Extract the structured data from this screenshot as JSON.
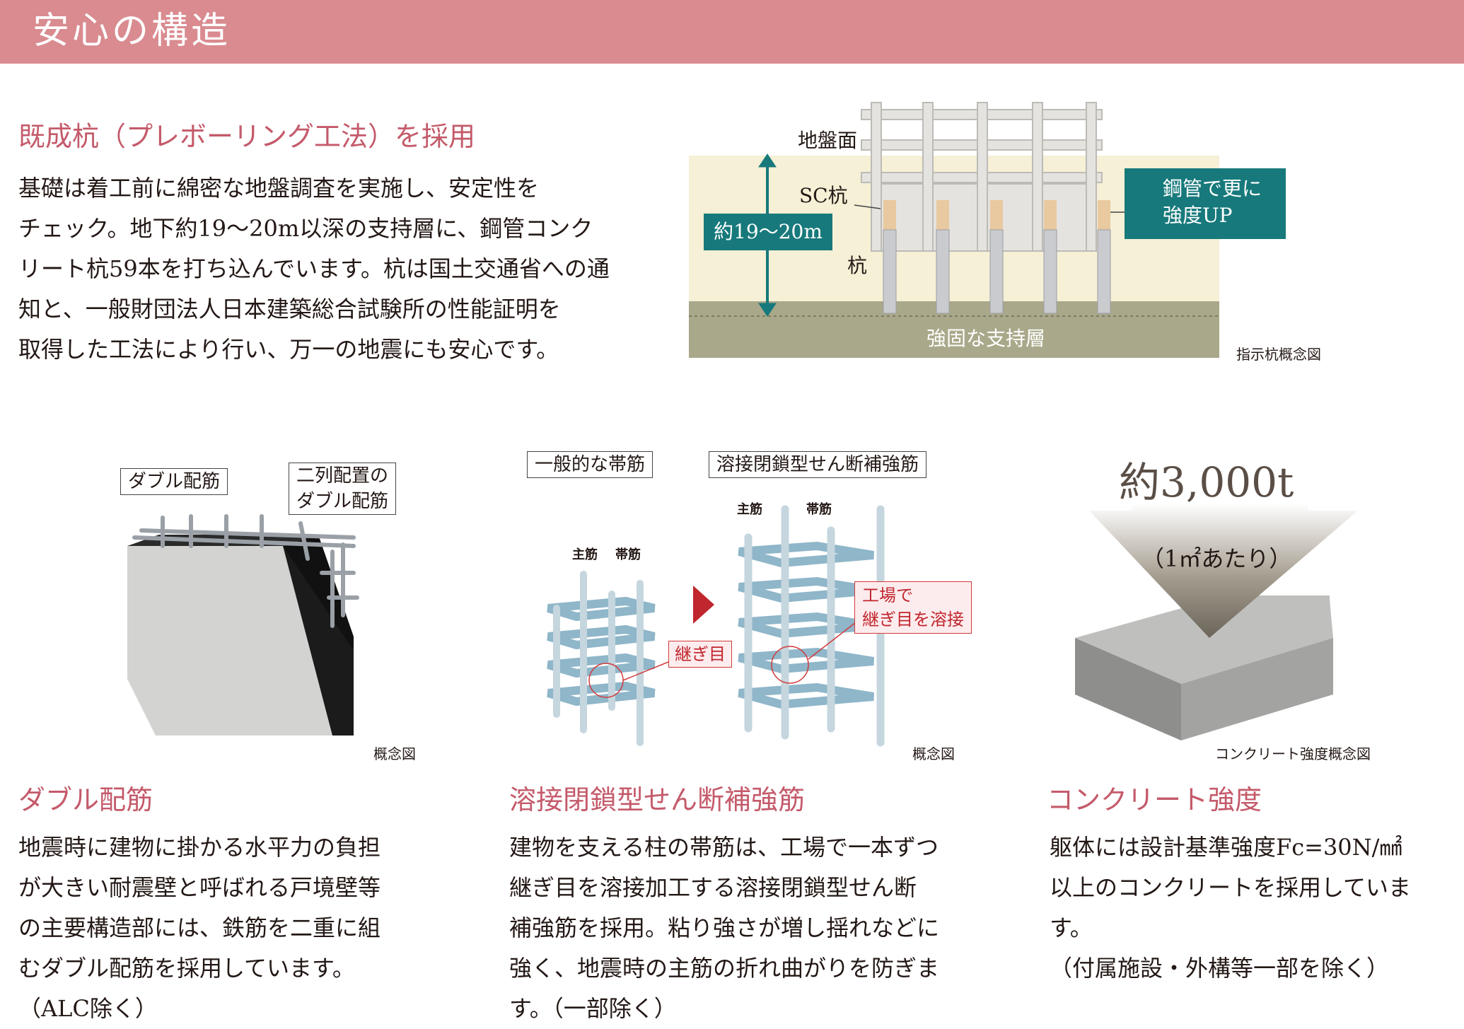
{
  "header": {
    "title": "安心の構造"
  },
  "pile": {
    "heading": "既成杭（プレボーリング工法）を採用",
    "body": "基礎は着工前に綿密な地盤調査を実施し、安定性を\nチェック。地下約19〜20m以深の支持層に、鋼管コンク\nリート杭59本を打ち込んでいます。杭は国土交通省への通\n知と、一般財団法人日本建築総合試験所の性能証明を\n取得した工法により行い、万一の地震にも安心です。",
    "diagram": {
      "ground_label": "地盤面",
      "sc_label": "SC杭",
      "pile_label": "杭",
      "depth_label": "約19〜20m",
      "callout": "鋼管で更に\n強度UP",
      "layer_label": "強固な支持層",
      "caption": "指示杭概念図"
    }
  },
  "double": {
    "heading": "ダブル配筋",
    "body": "地震時に建物に掛かる水平力の負担\nが大きい耐震壁と呼ばれる戸境壁等\nの主要構造部には、鉄筋を二重に組\nむダブル配筋を採用しています。\n（ALC除く）",
    "label1": "ダブル配筋",
    "label2": "二列配置の\nダブル配筋",
    "caption": "概念図"
  },
  "weld": {
    "heading": "溶接閉鎖型せん断補強筋",
    "body": "建物を支える柱の帯筋は、工場で一本ずつ\n継ぎ目を溶接加工する溶接閉鎖型せん断\n補強筋を採用。粘り強さが増し揺れなどに\n強く、地震時の主筋の折れ曲がりを防ぎま\nす。（一部除く）",
    "box_general": "一般的な帯筋",
    "box_welded": "溶接閉鎖型せん断補強筋",
    "main_bar": "主筋",
    "hoop": "帯筋",
    "joint": "継ぎ目",
    "factory_weld": "工場で\n継ぎ目を溶接",
    "caption": "概念図"
  },
  "concrete": {
    "heading": "コンクリート強度",
    "body": "躯体には設計基準強度Fc=30N/㎟\n以上のコンクリートを採用しています。\n（付属施設・外構等一部を除く）",
    "amount": "約3,000t",
    "per": "（1㎡あたり）",
    "caption": "コンクリート強度概念図"
  },
  "colors": {
    "header": "#d98b90",
    "heading": "#c45a6a",
    "teal": "#17797b",
    "rebar": "#8fb6c9",
    "weld_red": "#c0262d"
  }
}
